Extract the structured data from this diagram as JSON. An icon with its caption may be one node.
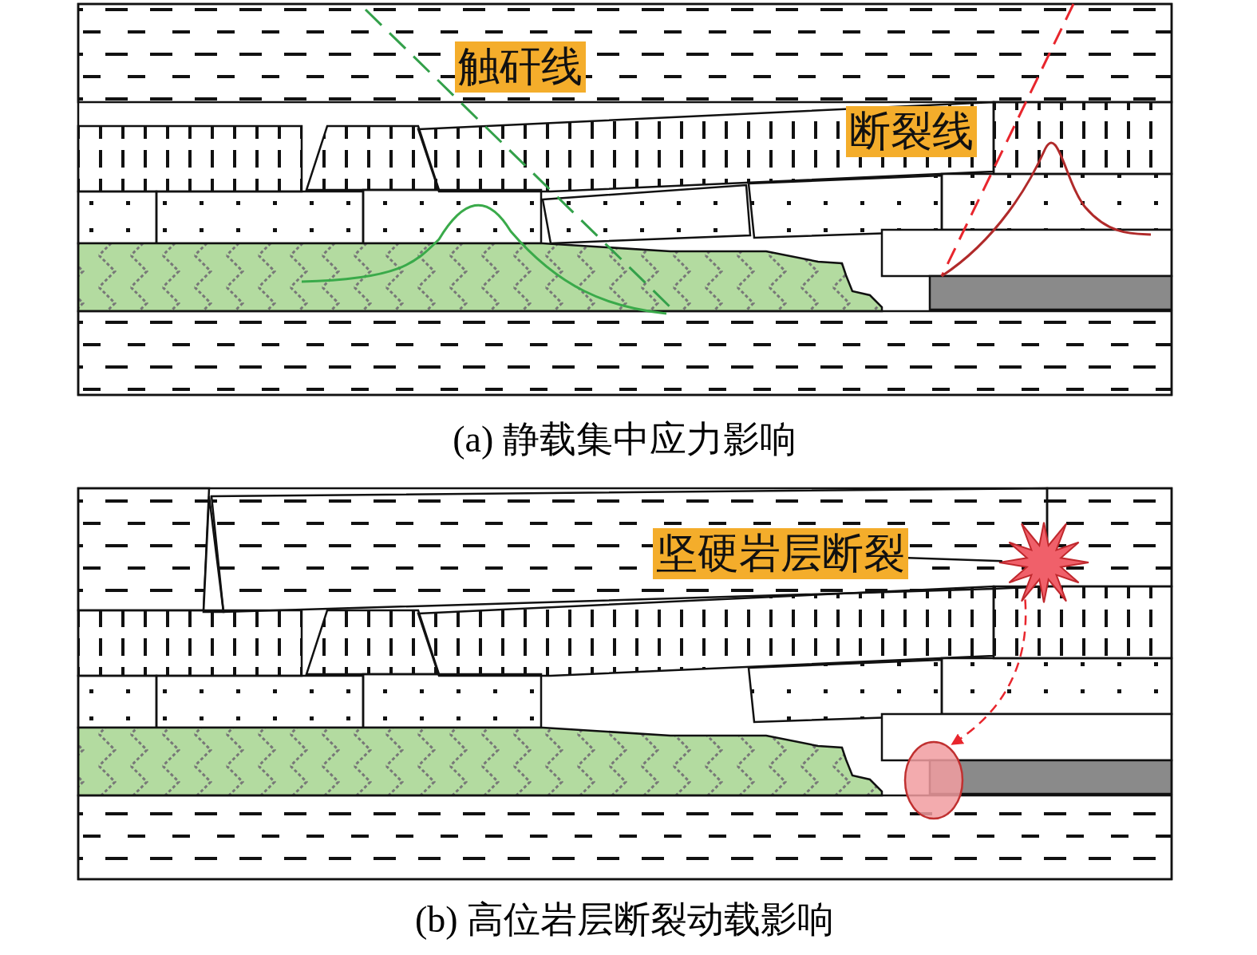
{
  "diagram": {
    "nodes": [
      {
        "text": [
          "触矸线"
        ]
      },
      {
        "text": [
          "断裂线"
        ]
      },
      {
        "text": [
          "坚硬岩层断裂"
        ]
      },
      {
        "text": [],
        "shape": "picture"
      },
      {
        "text": [],
        "shape": "circle"
      }
    ],
    "edges": [
      {
        "from": 2,
        "to": 3,
        "arrow": "none"
      },
      {
        "from": 3,
        "to": 4,
        "arrow": "to",
        "style": "dashed",
        "color": "#e8262d"
      }
    ],
    "labels": [
      "(a) 静载集中应力影响",
      "(b) 高位岩层断裂动载影响"
    ]
  }
}
